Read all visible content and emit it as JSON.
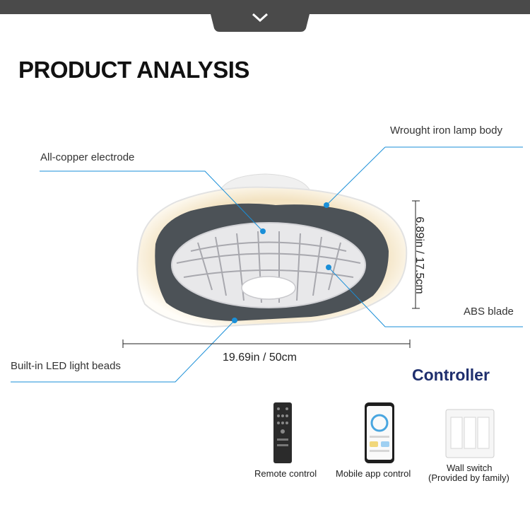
{
  "header": {
    "nav_icon": "chevron-down-icon"
  },
  "title": "PRODUCT ANALYSIS",
  "callouts": {
    "lamp_body": "Wrought iron lamp body",
    "electrode": "All-copper electrode",
    "blade": "ABS blade",
    "led": "Built-in LED light beads"
  },
  "dimensions": {
    "height": "6.89in / 17.5cm",
    "width": "19.69in / 50cm"
  },
  "controller": {
    "title": "Controller",
    "items": [
      {
        "label": "Remote control",
        "icon": "remote-control-icon"
      },
      {
        "label": "Mobile app control",
        "icon": "smartphone-icon"
      },
      {
        "label_line1": "Wall switch",
        "label_line2": "(Provided by family)",
        "icon": "wall-switch-icon"
      }
    ]
  },
  "colors": {
    "accent_line": "#1a8fd8",
    "controller_title": "#1f2f6e",
    "top_bar": "#4a4a4a"
  }
}
